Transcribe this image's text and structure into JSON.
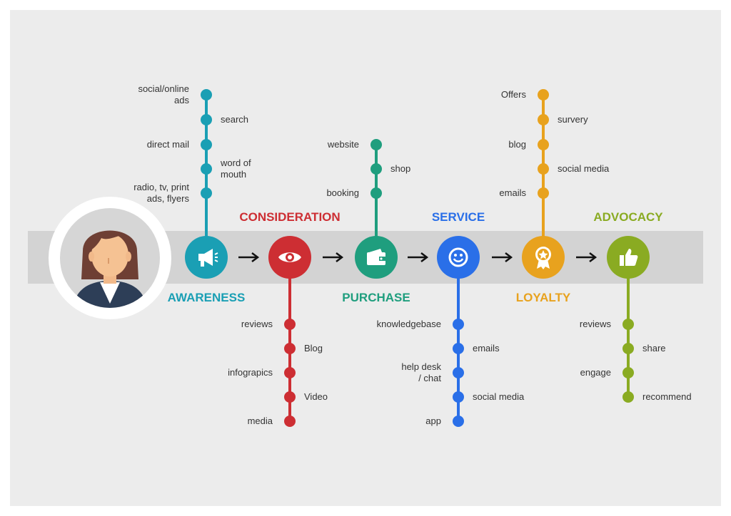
{
  "persona": {
    "label": "",
    "icon": "person-avatar-icon"
  },
  "stages": [
    {
      "id": "awareness",
      "title": "AWARENESS",
      "color": "#1a9fb4",
      "icon": "megaphone-icon",
      "title_pos": "below",
      "items_dir": "up",
      "items": [
        {
          "text": "social/online\nads",
          "side": "left"
        },
        {
          "text": "search",
          "side": "right"
        },
        {
          "text": "direct mail",
          "side": "left"
        },
        {
          "text": "word of\nmouth",
          "side": "right"
        },
        {
          "text": "radio, tv, print\nads, flyers",
          "side": "left"
        }
      ]
    },
    {
      "id": "consideration",
      "title": "CONSIDERATION",
      "color": "#cd2e33",
      "icon": "eye-icon",
      "title_pos": "above",
      "items_dir": "down",
      "items": [
        {
          "text": "reviews",
          "side": "left"
        },
        {
          "text": "Blog",
          "side": "right"
        },
        {
          "text": "infograpics",
          "side": "left"
        },
        {
          "text": "Video",
          "side": "right"
        },
        {
          "text": "media",
          "side": "left"
        }
      ]
    },
    {
      "id": "purchase",
      "title": "PURCHASE",
      "color": "#1f9e7e",
      "icon": "wallet-icon",
      "title_pos": "below",
      "items_dir": "up",
      "items": [
        {
          "text": "website",
          "side": "left"
        },
        {
          "text": "shop",
          "side": "right"
        },
        {
          "text": "booking",
          "side": "left"
        }
      ]
    },
    {
      "id": "service",
      "title": "SERVICE",
      "color": "#2a6fe8",
      "icon": "smiley-icon",
      "title_pos": "above",
      "items_dir": "down",
      "items": [
        {
          "text": "knowledgebase",
          "side": "left"
        },
        {
          "text": "emails",
          "side": "right"
        },
        {
          "text": "help desk\n/ chat",
          "side": "left"
        },
        {
          "text": "social media",
          "side": "right"
        },
        {
          "text": "app",
          "side": "left"
        }
      ]
    },
    {
      "id": "loyalty",
      "title": "LOYALTY",
      "color": "#e8a21e",
      "icon": "award-badge-icon",
      "title_pos": "below",
      "items_dir": "up",
      "items": [
        {
          "text": "Offers",
          "side": "left"
        },
        {
          "text": "survery",
          "side": "right"
        },
        {
          "text": "blog",
          "side": "left"
        },
        {
          "text": "social media",
          "side": "right"
        },
        {
          "text": "emails",
          "side": "left"
        }
      ]
    },
    {
      "id": "advocacy",
      "title": "ADVOCACY",
      "color": "#8aab22",
      "icon": "thumbs-up-icon",
      "title_pos": "above",
      "items_dir": "down",
      "items": [
        {
          "text": "reviews",
          "side": "left"
        },
        {
          "text": "share",
          "side": "right"
        },
        {
          "text": "engage",
          "side": "left"
        },
        {
          "text": "recommend",
          "side": "right"
        }
      ]
    }
  ],
  "connector_icon": "right-arrow-icon"
}
